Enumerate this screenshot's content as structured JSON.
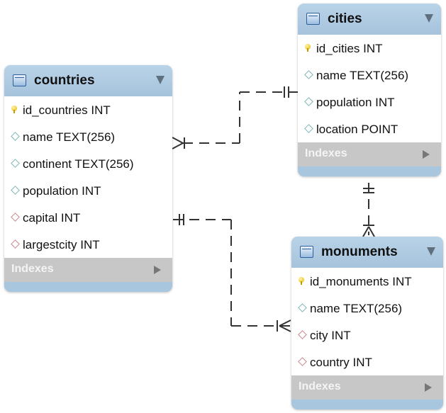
{
  "tables": {
    "cities": {
      "title": "cities",
      "columns": [
        {
          "text": "id_cities INT",
          "kind": "primary-key"
        },
        {
          "text": "name TEXT(256)",
          "kind": "column"
        },
        {
          "text": "population INT",
          "kind": "column"
        },
        {
          "text": "location POINT",
          "kind": "column"
        }
      ],
      "indexes_label": "Indexes"
    },
    "countries": {
      "title": "countries",
      "columns": [
        {
          "text": "id_countries INT",
          "kind": "primary-key"
        },
        {
          "text": "name TEXT(256)",
          "kind": "column"
        },
        {
          "text": "continent TEXT(256)",
          "kind": "column"
        },
        {
          "text": "population INT",
          "kind": "column"
        },
        {
          "text": "capital INT",
          "kind": "foreign-key"
        },
        {
          "text": "largestcity INT",
          "kind": "foreign-key"
        }
      ],
      "indexes_label": "Indexes"
    },
    "monuments": {
      "title": "monuments",
      "columns": [
        {
          "text": "id_monuments INT",
          "kind": "primary-key"
        },
        {
          "text": "name TEXT(256)",
          "kind": "column"
        },
        {
          "text": "city INT",
          "kind": "foreign-key"
        },
        {
          "text": "country INT",
          "kind": "foreign-key"
        }
      ],
      "indexes_label": "Indexes"
    }
  },
  "relationships": [
    {
      "from": "countries",
      "to": "cities",
      "from_end": "many",
      "to_end": "one"
    },
    {
      "from": "cities",
      "to": "monuments",
      "from_end": "one-and-only-one",
      "to_end": "one-or-many"
    },
    {
      "from": "countries",
      "to": "monuments",
      "from_end": "one-and-only-one",
      "to_end": "one-or-many"
    }
  ],
  "colors": {
    "header": "#a9c6df",
    "indexes_bar": "#c7c7c7",
    "column_marker": "#7fb7b7",
    "foreign_key_marker": "#c9888d",
    "primary_key": "#e6b800"
  }
}
